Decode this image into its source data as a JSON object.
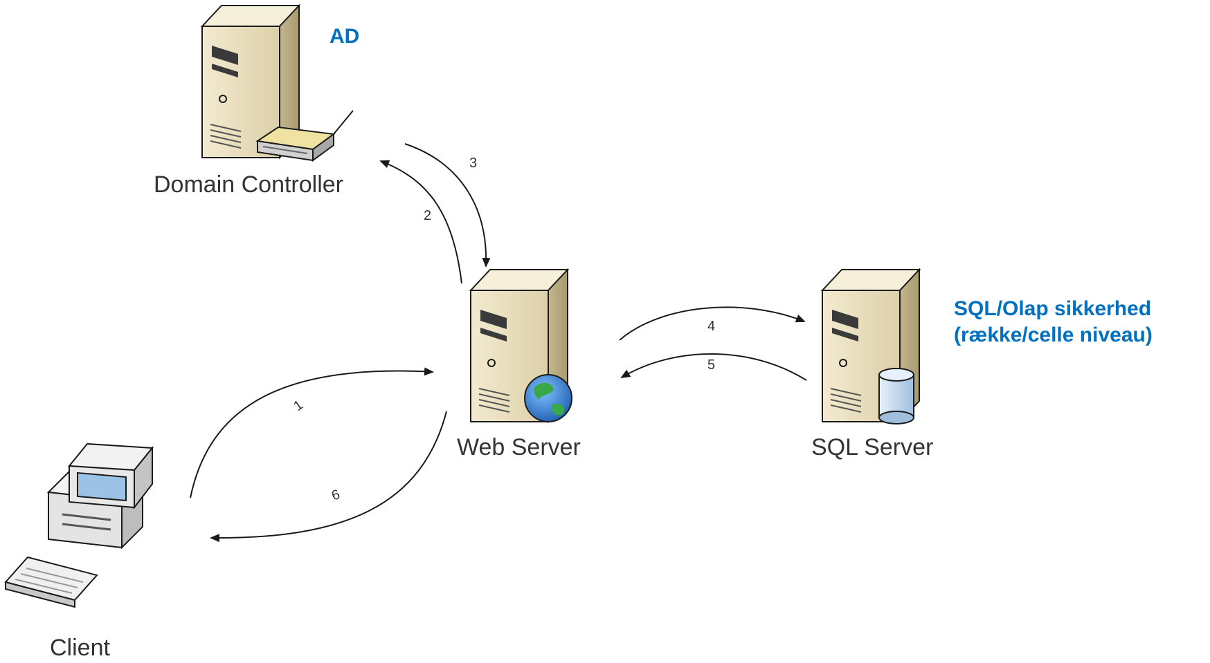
{
  "nodes": {
    "domain_controller": "Domain Controller",
    "web_server": "Web Server",
    "sql_server": "SQL Server",
    "client": "Client"
  },
  "annotations": {
    "ad": "AD",
    "sql_line1": "SQL/Olap sikkerhed",
    "sql_line2": "(række/celle niveau)"
  },
  "steps": [
    "1",
    "2",
    "3",
    "4",
    "5",
    "6"
  ],
  "colors": {
    "annotation": "#0070c0",
    "server_body": "#e9dcb6",
    "server_shadow": "#b7a77d",
    "outline": "#1a1a1a",
    "globe": "#2e7fd1",
    "database": "#c6dcf0"
  },
  "icons": {
    "domain_controller": "server-with-modem-icon",
    "web_server": "server-with-globe-icon",
    "sql_server": "server-with-database-icon",
    "client": "desktop-computer-icon"
  }
}
